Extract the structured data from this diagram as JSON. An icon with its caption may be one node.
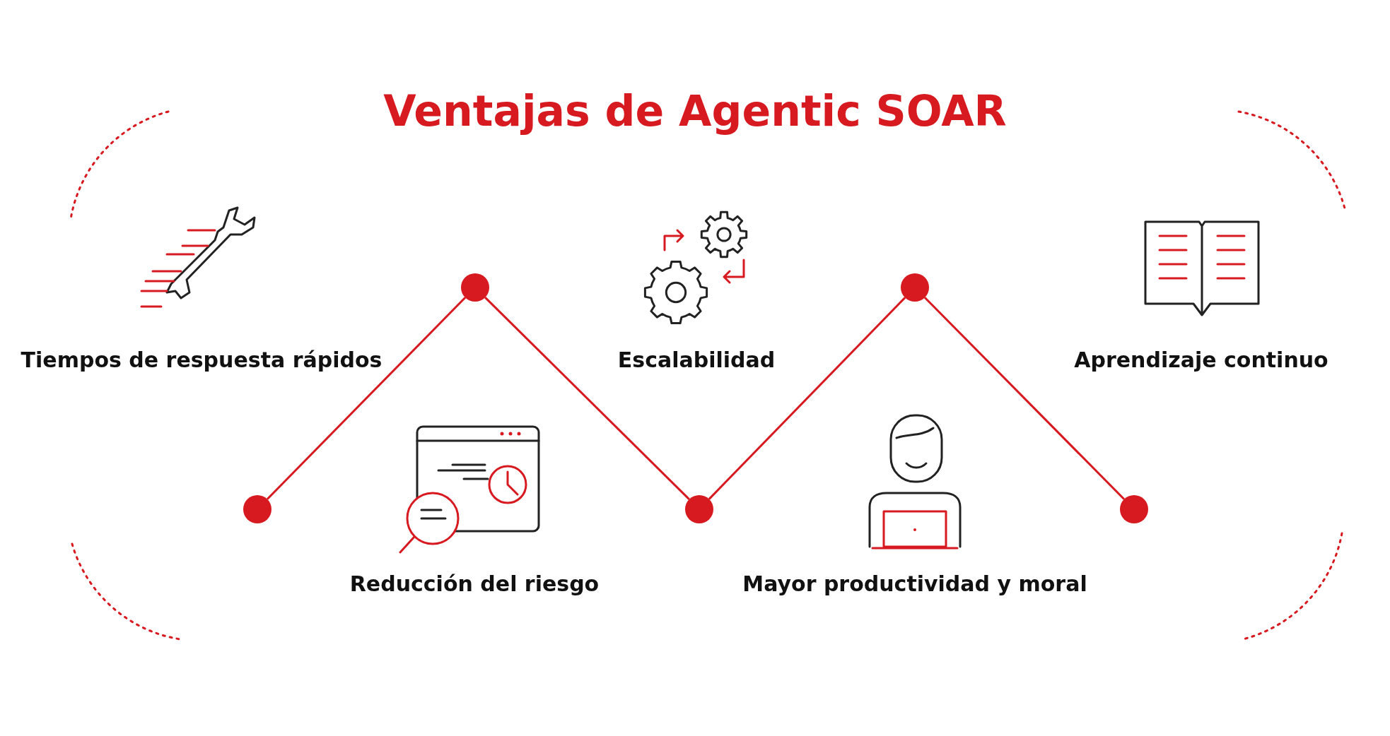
{
  "diagram": {
    "title": "Ventajas de Agentic SOAR",
    "nodes": [
      {
        "text": [],
        "shape": "circle"
      },
      {
        "text": [],
        "shape": "circle"
      },
      {
        "text": [],
        "shape": "circle"
      },
      {
        "text": [],
        "shape": "circle"
      },
      {
        "text": [],
        "shape": "circle"
      }
    ],
    "edges": [
      {
        "from": 0,
        "to": 1,
        "arrow": "none"
      },
      {
        "from": 1,
        "to": 2,
        "arrow": "none"
      },
      {
        "from": 2,
        "to": 3,
        "arrow": "none"
      },
      {
        "from": 3,
        "to": 4,
        "arrow": "none"
      }
    ],
    "labels": [
      "Tiempos de respuesta rápidos",
      "Escalabilidad",
      "Aprendizaje continuo",
      "Reducción del riesgo",
      "Mayor productividad y moral"
    ]
  }
}
